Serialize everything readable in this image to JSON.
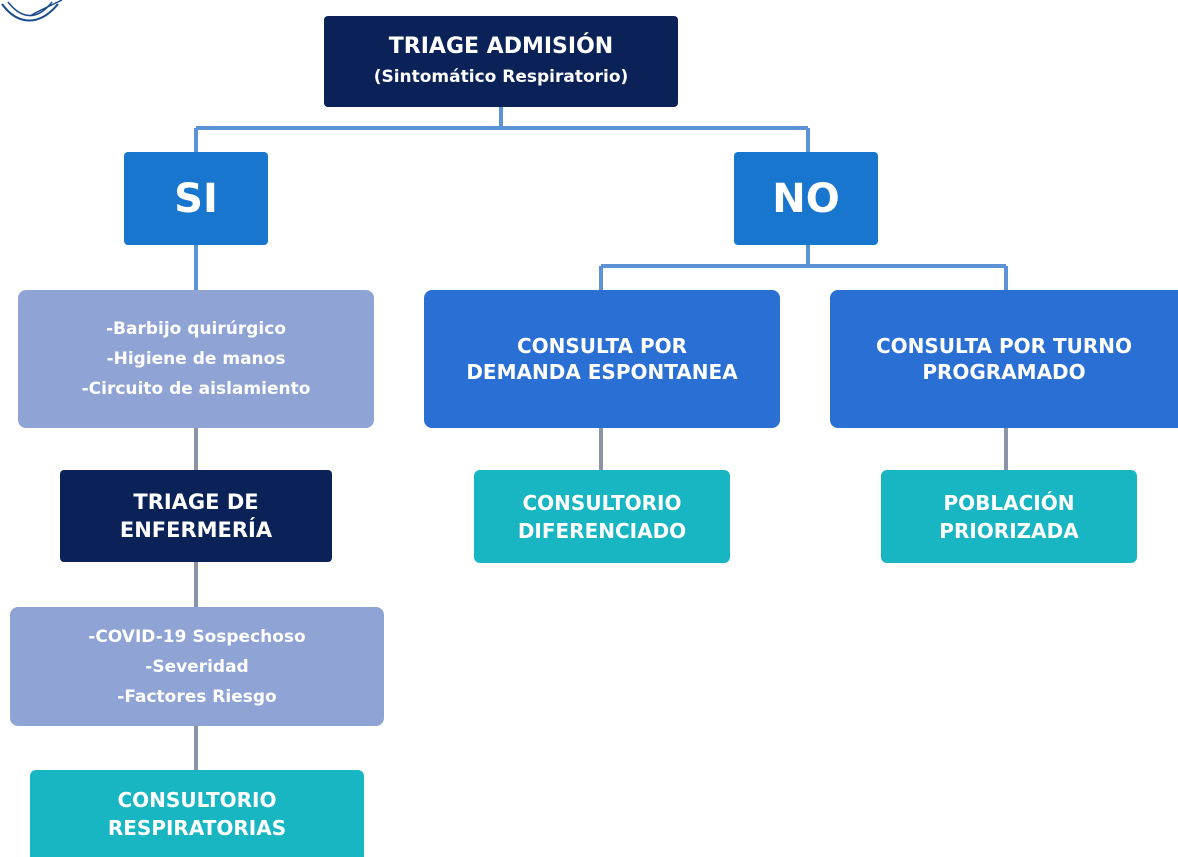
{
  "colors": {
    "dark_navy": "#0b2259",
    "blue": "#1976cf",
    "mid_blue": "#2a6fd4",
    "lavender": "#8fa3d4",
    "teal": "#17b6c2",
    "connector": "#5b93d6",
    "connector_gray": "#8a94a8"
  },
  "diagram": {
    "root": {
      "title": "TRIAGE ADMISIÓN",
      "subtitle": "(Sintomático Respiratorio)"
    },
    "yes_branch": {
      "label": "SI",
      "measures": [
        "-Barbijo quirúrgico",
        "-Higiene de manos",
        "-Circuito de aislamiento"
      ],
      "nursing_triage": "TRIAGE DE\nENFERMERÍA",
      "criteria": [
        "-COVID-19 Sospechoso",
        "-Severidad",
        "-Factores Riesgo"
      ],
      "destination": "CONSULTORIO\nRESPIRATORIAS"
    },
    "no_branch": {
      "label": "NO",
      "spontaneous": {
        "label": "CONSULTA POR\nDEMANDA ESPONTANEA",
        "destination": "CONSULTORIO\nDIFERENCIADO"
      },
      "scheduled": {
        "label": "CONSULTA POR TURNO\nPROGRAMADO",
        "destination": "POBLACIÓN\nPRIORIZADA"
      }
    }
  }
}
